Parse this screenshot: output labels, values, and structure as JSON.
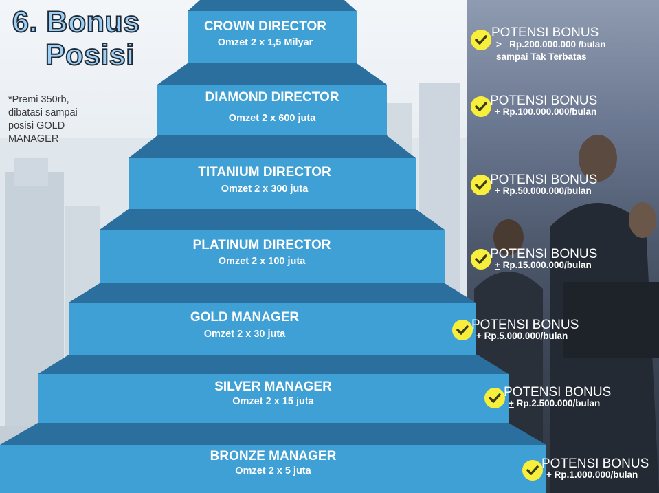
{
  "title": {
    "line1": "6. Bonus",
    "line2": "Posisi"
  },
  "note": "*Premi 350rb, dibatasi sampai posisi GOLD MANAGER",
  "colors": {
    "step_face": "#3fa0d6",
    "step_top": "#2a6f9e",
    "title_fill": "#9fd0f3",
    "check": "#f7ef3c"
  },
  "levels": [
    {
      "name": "CROWN DIRECTOR",
      "omzet": "Omzet 2 x 1,5 Milyar"
    },
    {
      "name": "DIAMOND DIRECTOR",
      "omzet": "Omzet 2 x 600 juta"
    },
    {
      "name": "TITANIUM DIRECTOR",
      "omzet": "Omzet 2 x 300 juta"
    },
    {
      "name": "PLATINUM DIRECTOR",
      "omzet": "Omzet 2 x 100 juta"
    },
    {
      "name": "GOLD MANAGER",
      "omzet": "Omzet 2 x 30 juta"
    },
    {
      "name": "SILVER MANAGER",
      "omzet": "Omzet 2 x 15 juta"
    },
    {
      "name": "BRONZE MANAGER",
      "omzet": "Omzet 2 x 5 juta"
    }
  ],
  "bonuses": [
    {
      "label": "POTENSI BONUS",
      "prefix": ">",
      "amount": "Rp.200.000.000   /bulan",
      "extra": "sampai Tak Terbatas"
    },
    {
      "label": "POTENSI BONUS",
      "prefix": "+",
      "amount": "Rp.100.000.000/bulan"
    },
    {
      "label": "POTENSI BONUS",
      "prefix": "+",
      "amount": "Rp.50.000.000/bulan"
    },
    {
      "label": "POTENSI BONUS",
      "prefix": "+",
      "amount": "Rp.15.000.000/bulan"
    },
    {
      "label": "POTENSI BONUS",
      "prefix": "+",
      "amount": "Rp.5.000.000/bulan"
    },
    {
      "label": "POTENSI BONUS",
      "prefix": "+",
      "amount": "Rp.2.500.000/bulan"
    },
    {
      "label": "POTENSI BONUS",
      "prefix": "+",
      "amount": "Rp.1.000.000/bulan"
    }
  ]
}
